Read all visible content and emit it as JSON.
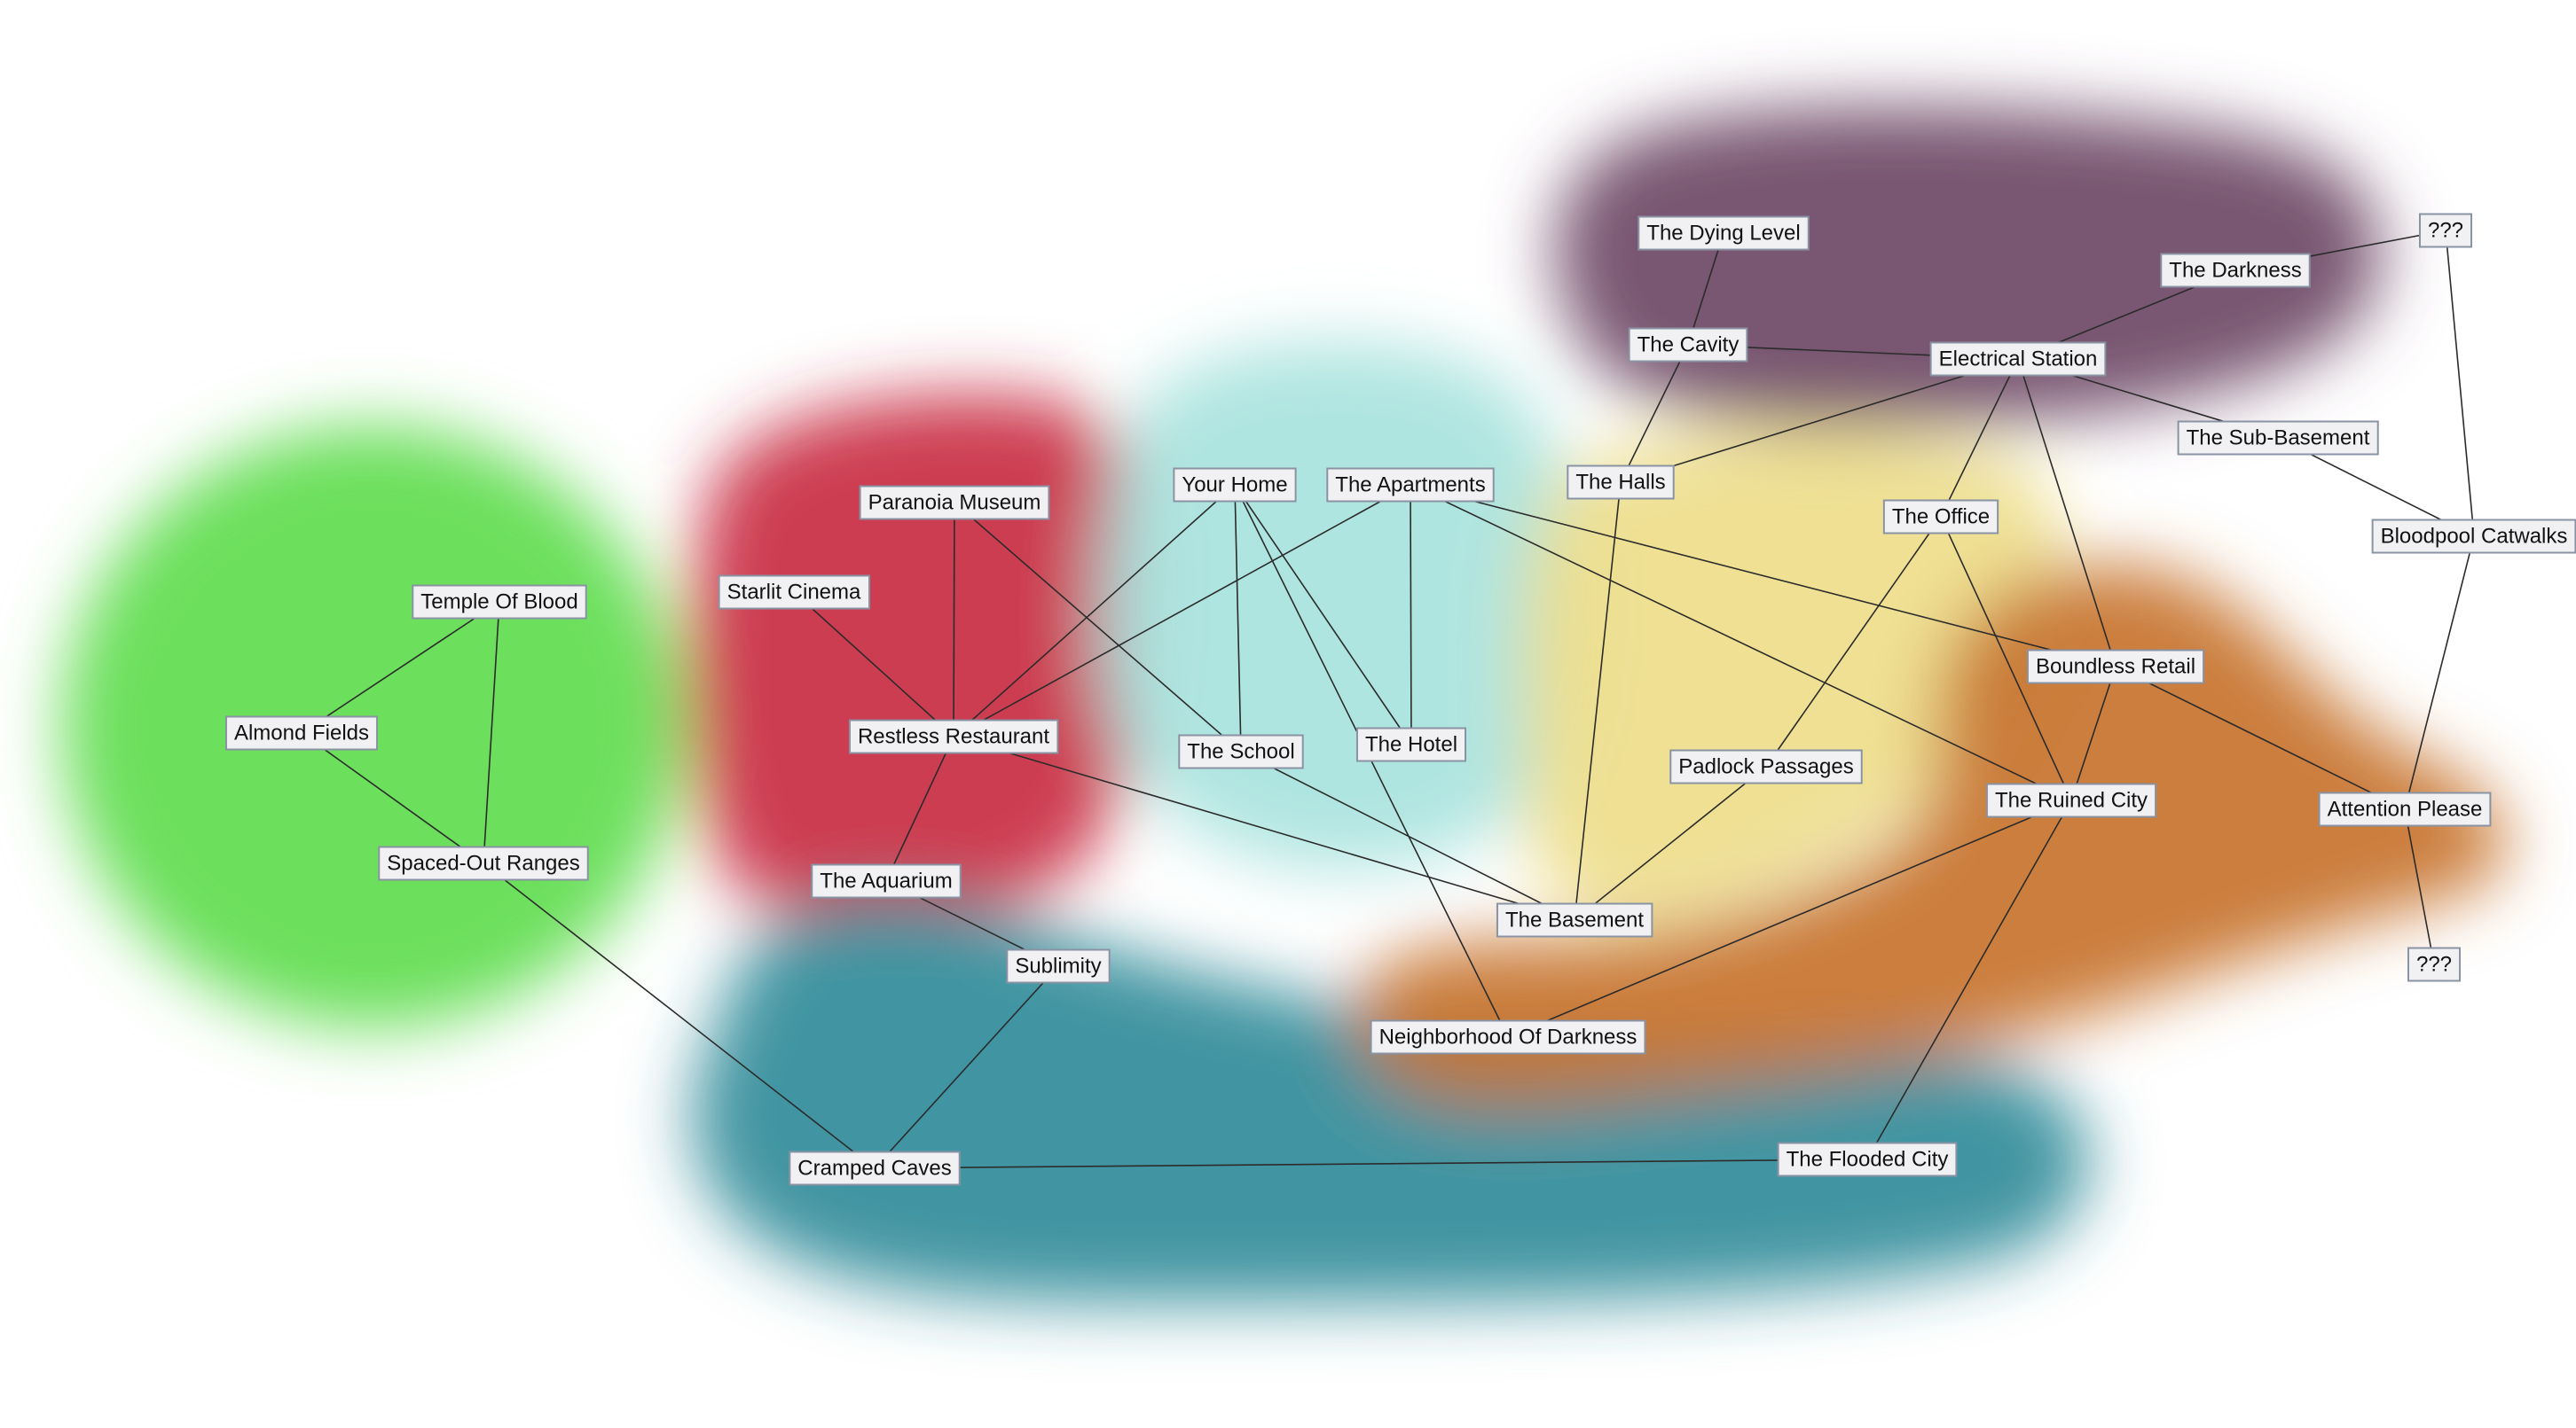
{
  "regions": [
    {
      "id": "green",
      "color": "#5fdc4e"
    },
    {
      "id": "red",
      "color": "#c92d42"
    },
    {
      "id": "cyan",
      "color": "#a8e3dd"
    },
    {
      "id": "teal",
      "color": "#2e8a98"
    },
    {
      "id": "yellow",
      "color": "#eedd8a"
    },
    {
      "id": "purple",
      "color": "#6d4866"
    },
    {
      "id": "orange",
      "color": "#c7732e"
    }
  ],
  "nodes": [
    {
      "id": "temple",
      "label": "Temple Of Blood"
    },
    {
      "id": "almond",
      "label": "Almond Fields"
    },
    {
      "id": "spaced",
      "label": "Spaced-Out Ranges"
    },
    {
      "id": "paranoia",
      "label": "Paranoia Museum"
    },
    {
      "id": "starlit",
      "label": "Starlit Cinema"
    },
    {
      "id": "restless",
      "label": "Restless Restaurant"
    },
    {
      "id": "aquarium",
      "label": "The Aquarium"
    },
    {
      "id": "sublimity",
      "label": "Sublimity"
    },
    {
      "id": "cramped",
      "label": "Cramped Caves"
    },
    {
      "id": "home",
      "label": "Your Home"
    },
    {
      "id": "apartments",
      "label": "The Apartments"
    },
    {
      "id": "school",
      "label": "The School"
    },
    {
      "id": "hotel",
      "label": "The Hotel"
    },
    {
      "id": "basement",
      "label": "The Basement"
    },
    {
      "id": "neighborhood",
      "label": "Neighborhood Of Darkness"
    },
    {
      "id": "flooded",
      "label": "The Flooded City"
    },
    {
      "id": "dying",
      "label": "The Dying Level"
    },
    {
      "id": "cavity",
      "label": "The Cavity"
    },
    {
      "id": "halls",
      "label": "The Halls"
    },
    {
      "id": "electrical",
      "label": "Electrical Station"
    },
    {
      "id": "darkness",
      "label": "The Darkness"
    },
    {
      "id": "q1",
      "label": "???"
    },
    {
      "id": "subbasement",
      "label": "The Sub-Basement"
    },
    {
      "id": "office",
      "label": "The Office"
    },
    {
      "id": "bloodpool",
      "label": "Bloodpool Catwalks"
    },
    {
      "id": "padlock",
      "label": "Padlock Passages"
    },
    {
      "id": "boundless",
      "label": "Boundless Retail"
    },
    {
      "id": "ruined",
      "label": "The Ruined City"
    },
    {
      "id": "attention",
      "label": "Attention Please"
    },
    {
      "id": "q2",
      "label": "???"
    }
  ],
  "edges": [
    [
      "temple",
      "almond"
    ],
    [
      "temple",
      "spaced"
    ],
    [
      "almond",
      "spaced"
    ],
    [
      "spaced",
      "cramped"
    ],
    [
      "paranoia",
      "restless"
    ],
    [
      "paranoia",
      "school"
    ],
    [
      "starlit",
      "restless"
    ],
    [
      "restless",
      "home"
    ],
    [
      "restless",
      "apartments"
    ],
    [
      "restless",
      "aquarium"
    ],
    [
      "restless",
      "basement"
    ],
    [
      "aquarium",
      "sublimity"
    ],
    [
      "sublimity",
      "cramped"
    ],
    [
      "cramped",
      "flooded"
    ],
    [
      "home",
      "school"
    ],
    [
      "home",
      "hotel"
    ],
    [
      "home",
      "neighborhood"
    ],
    [
      "apartments",
      "hotel"
    ],
    [
      "apartments",
      "boundless"
    ],
    [
      "apartments",
      "ruined"
    ],
    [
      "school",
      "basement"
    ],
    [
      "basement",
      "halls"
    ],
    [
      "basement",
      "padlock"
    ],
    [
      "neighborhood",
      "ruined"
    ],
    [
      "ruined",
      "flooded"
    ],
    [
      "dying",
      "cavity"
    ],
    [
      "cavity",
      "electrical"
    ],
    [
      "cavity",
      "halls"
    ],
    [
      "electrical",
      "halls"
    ],
    [
      "electrical",
      "darkness"
    ],
    [
      "electrical",
      "subbasement"
    ],
    [
      "electrical",
      "office"
    ],
    [
      "electrical",
      "boundless"
    ],
    [
      "darkness",
      "q1"
    ],
    [
      "q1",
      "bloodpool"
    ],
    [
      "subbasement",
      "bloodpool"
    ],
    [
      "office",
      "padlock"
    ],
    [
      "office",
      "ruined"
    ],
    [
      "boundless",
      "ruined"
    ],
    [
      "boundless",
      "attention"
    ],
    [
      "bloodpool",
      "attention"
    ],
    [
      "attention",
      "q2"
    ]
  ]
}
